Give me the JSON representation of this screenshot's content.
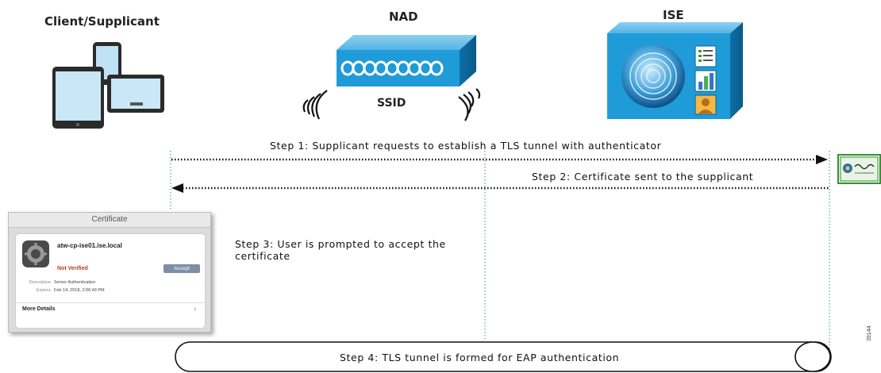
{
  "entities": {
    "client": "Client/Supplicant",
    "nad": "NAD",
    "ise": "ISE",
    "ssid": "SSID"
  },
  "steps": {
    "step1": "Step 1: Supplicant requests to establish a TLS tunnel with authenticator",
    "step2": "Step 2: Certificate sent to the supplicant",
    "step3": "Step 3: User is prompted to accept the certificate",
    "step4": "Step 4: TLS tunnel is formed for EAP authentication"
  },
  "certificate_dialog": {
    "title": "Certificate",
    "hostname": "atw-cp-ise01.ise.local",
    "status": "Not Verified",
    "accept_label": "Accept",
    "description_label": "Description",
    "description_value": "Server Authentication",
    "expires_label": "Expires",
    "expires_value": "Feb 14, 2018, 2:06:43 PM",
    "more_details": "More Details"
  },
  "figure_id": "39144",
  "colors": {
    "device_blue": "#1f9bd7",
    "lifeline": "#5aa7cf",
    "arrow": "#111111",
    "status_red": "#c0392b"
  }
}
